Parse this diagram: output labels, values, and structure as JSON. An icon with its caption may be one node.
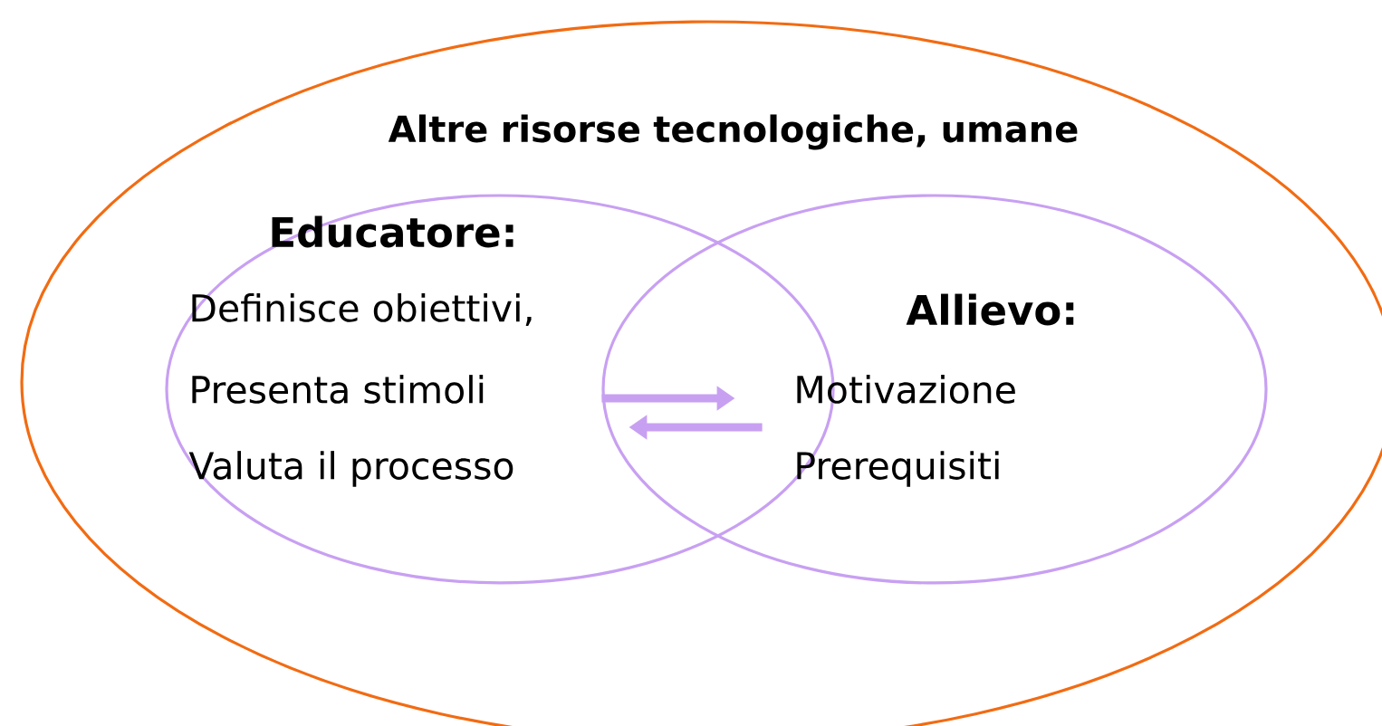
{
  "diagram": {
    "nodes": [
      {
        "text": [
          "Altre risorse tecnologiche, umane"
        ]
      },
      {
        "text": [
          "Educatore:",
          "Definisce obiettivi,",
          "Presenta stimoli",
          "Valuta il processo"
        ],
        "in": 0
      },
      {
        "text": [
          "Allievo:",
          "Motivazione",
          "Prerequisiti"
        ],
        "in": 0
      }
    ],
    "edges": [
      {
        "from": 1,
        "to": 2,
        "arrow": "to"
      },
      {
        "from": 2,
        "to": 1,
        "arrow": "to"
      }
    ]
  }
}
